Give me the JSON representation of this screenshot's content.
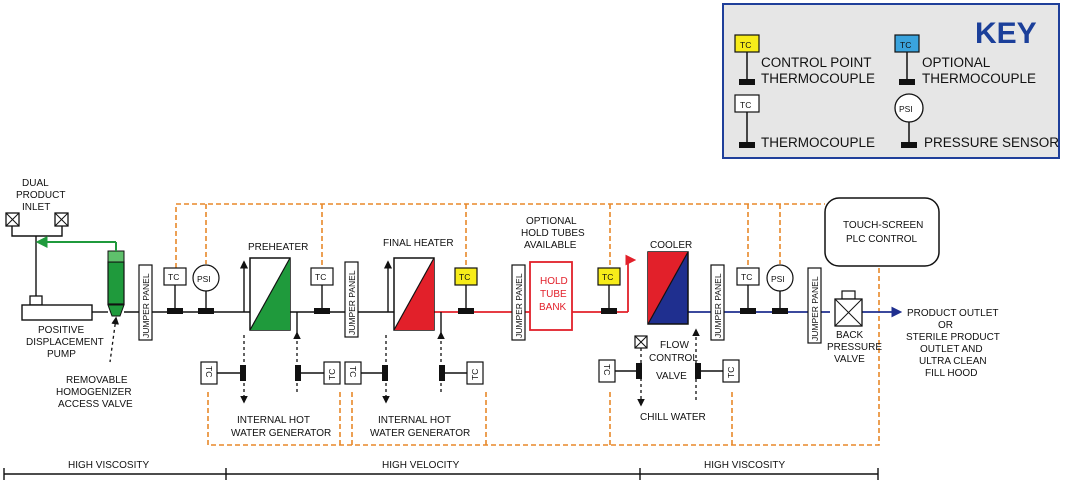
{
  "key": {
    "title": "KEY",
    "control_point_tc": {
      "tag": "TC",
      "label_line1": "CONTROL POINT",
      "label_line2": "THERMOCOUPLE"
    },
    "optional_tc": {
      "tag": "TC",
      "label_line1": "OPTIONAL",
      "label_line2": "THERMOCOUPLE"
    },
    "thermocouple": {
      "tag": "TC",
      "label": "THERMOCOUPLE"
    },
    "pressure_sensor": {
      "tag": "PSI",
      "label": "PRESSURE SENSOR"
    }
  },
  "inlet": {
    "line1": "DUAL",
    "line2": "PRODUCT",
    "line3": "INLET"
  },
  "pump": {
    "line1": "POSITIVE",
    "line2": "DISPLACEMENT",
    "line3": "PUMP"
  },
  "homogenizer": {
    "line1": "REMOVABLE",
    "line2": "HOMOGENIZER",
    "line3": "ACCESS VALVE"
  },
  "jumper_panel": "JUMPER PANEL",
  "tc": "TC",
  "psi": "PSI",
  "preheater": {
    "title": "PREHEATER",
    "gen_line1": "INTERNAL HOT",
    "gen_line2": "WATER GENERATOR"
  },
  "final_heater": {
    "title": "FINAL HEATER",
    "gen_line1": "INTERNAL HOT",
    "gen_line2": "WATER GENERATOR"
  },
  "hold_tubes": {
    "note_line1": "OPTIONAL",
    "note_line2": "HOLD TUBES",
    "note_line3": "AVAILABLE",
    "bank_line1": "HOLD",
    "bank_line2": "TUBE",
    "bank_line3": "BANK"
  },
  "cooler": {
    "title": "COOLER",
    "flow_line1": "FLOW",
    "flow_line2": "CONTROL",
    "flow_line3": "VALVE",
    "chill": "CHILL WATER"
  },
  "plc": {
    "line1": "TOUCH-SCREEN",
    "line2": "PLC CONTROL"
  },
  "back_pressure": {
    "line1": "BACK",
    "line2": "PRESSURE",
    "line3": "VALVE"
  },
  "outlet": {
    "line1": "PRODUCT OUTLET",
    "line2": "OR",
    "line3": "STERILE PRODUCT",
    "line4": "OUTLET AND",
    "line5": "ULTRA CLEAN",
    "line6": "FILL HOOD"
  },
  "zones": [
    {
      "label": "HIGH VISCOSITY"
    },
    {
      "label": "HIGH VELOCITY"
    },
    {
      "label": "HIGH VISCOSITY"
    }
  ],
  "colors": {
    "control_line": "#e8892a",
    "recirc": "#1f9a3c",
    "hot": "#e2202a",
    "cold": "#1f2f8f",
    "control_tc": "#f7ec1a",
    "optional_tc": "#3aa3dd",
    "key_bg": "#e6e6e6",
    "key_border": "#1f3f9a"
  }
}
